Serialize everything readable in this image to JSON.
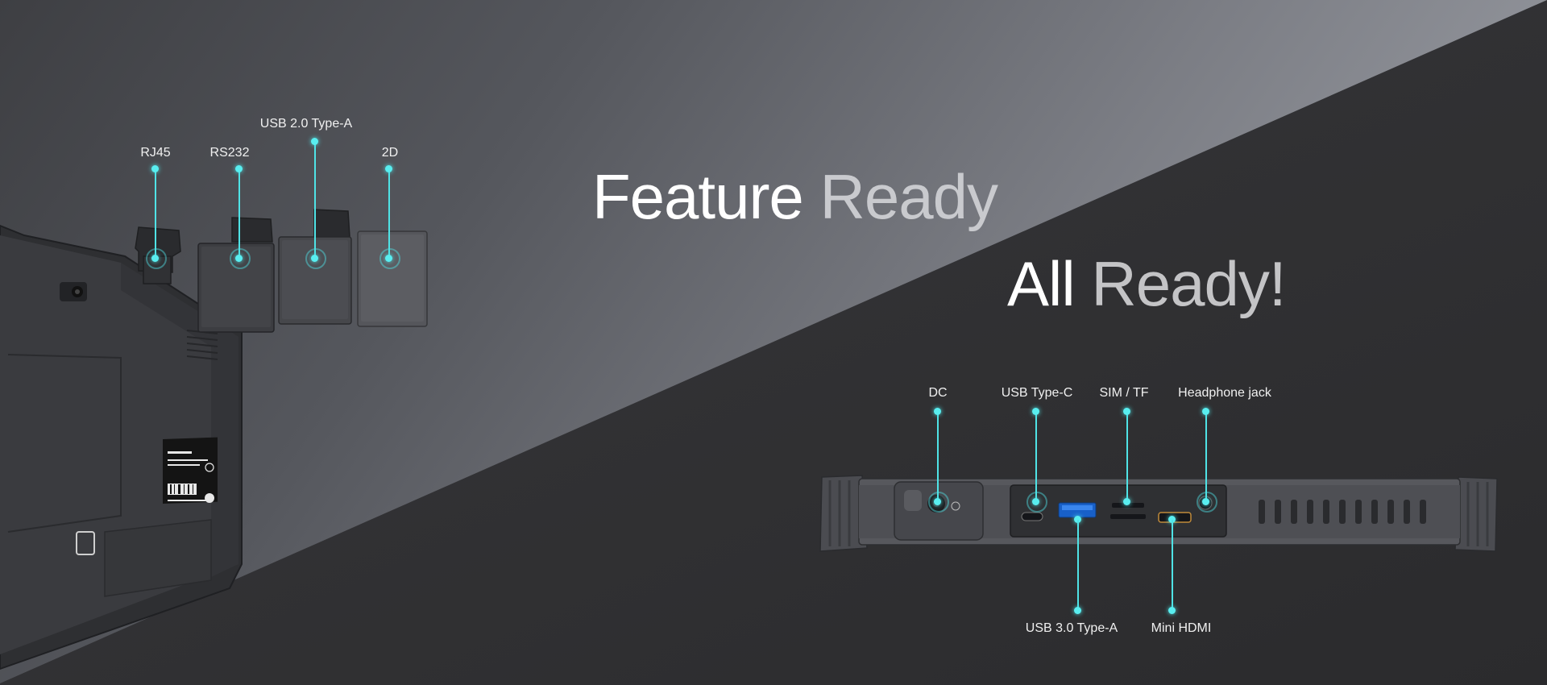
{
  "headline_1": {
    "word1": "Feature",
    "word2": "Ready"
  },
  "headline_2": {
    "word1": "All",
    "word2": "Ready!"
  },
  "left_labels": [
    "RJ45",
    "RS232",
    "USB 2.0 Type-A",
    "2D"
  ],
  "right_top_labels": [
    "DC",
    "USB Type-C",
    "SIM / TF",
    "Headphone jack"
  ],
  "right_bottom_labels": [
    "USB 3.0 Type-A",
    "Mini HDMI"
  ],
  "colors": {
    "accent": "#4fe3e6",
    "dark_bg": "#2c2c2e",
    "light_bg": "#8a8c93"
  }
}
